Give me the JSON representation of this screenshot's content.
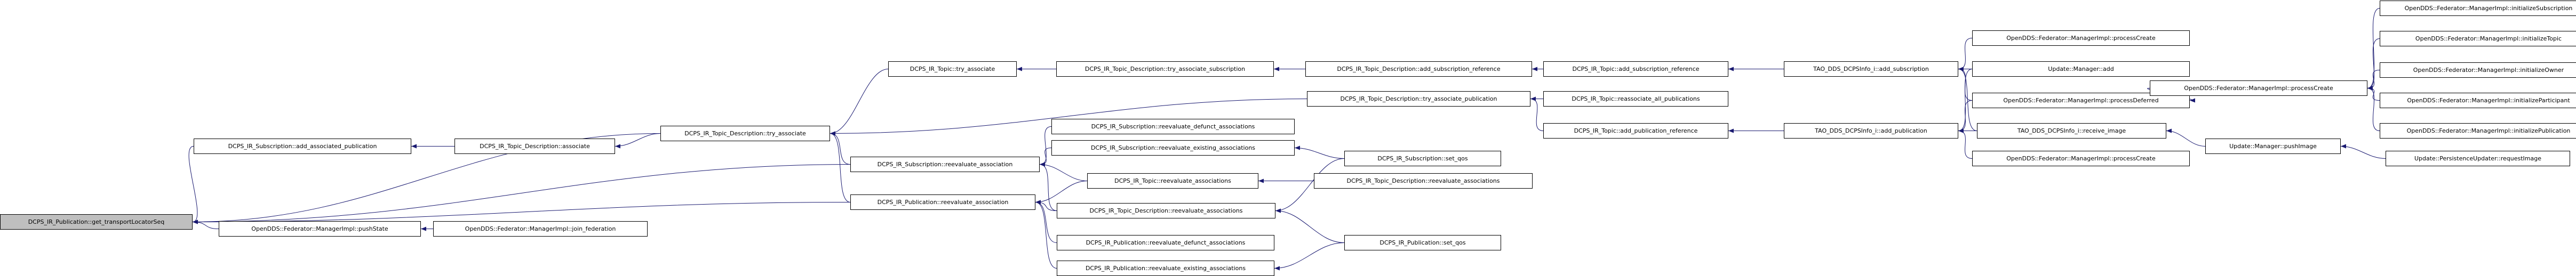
{
  "colors": {
    "node_bg": "#ffffff",
    "root_bg": "#bfbfbf",
    "border": "#000000",
    "edge": "#191970"
  },
  "nodes": [
    {
      "id": "root",
      "label": "DCPS_IR_Publication::get_transportLocatorSeq",
      "root": true
    },
    {
      "id": "sub_add_assoc_pub",
      "label": "DCPS_IR_Subscription::add_associated_publication"
    },
    {
      "id": "desc_associate",
      "label": "DCPS_IR_Topic_Description::associate"
    },
    {
      "id": "desc_try_associate",
      "label": "DCPS_IR_Topic_Description::try_associate"
    },
    {
      "id": "topic_try_associate",
      "label": "DCPS_IR_Topic::try_associate"
    },
    {
      "id": "desc_try_assoc_sub",
      "label": "DCPS_IR_Topic_Description::try_associate_subscription"
    },
    {
      "id": "desc_add_sub_ref",
      "label": "DCPS_IR_Topic_Description::add_subscription_reference"
    },
    {
      "id": "topic_add_sub_ref",
      "label": "DCPS_IR_Topic::add_subscription_reference"
    },
    {
      "id": "tao_add_sub",
      "label": "TAO_DDS_DCPSInfo_i::add_subscription"
    },
    {
      "id": "fed_processCreate_a",
      "label": "OpenDDS::Federator::ManagerImpl::processCreate"
    },
    {
      "id": "update_add",
      "label": "Update::Manager::add"
    },
    {
      "id": "fed_processDeferred",
      "label": "OpenDDS::Federator::ManagerImpl::processDeferred"
    },
    {
      "id": "fed_processCreate_main",
      "label": "OpenDDS::Federator::ManagerImpl::processCreate"
    },
    {
      "id": "fed_initSubscription",
      "label": "OpenDDS::Federator::ManagerImpl::initializeSubscription"
    },
    {
      "id": "fed_initTopic",
      "label": "OpenDDS::Federator::ManagerImpl::initializeTopic"
    },
    {
      "id": "fed_initOwner",
      "label": "OpenDDS::Federator::ManagerImpl::initializeOwner"
    },
    {
      "id": "fed_initParticipant",
      "label": "OpenDDS::Federator::ManagerImpl::initializeParticipant"
    },
    {
      "id": "fed_initPublication",
      "label": "OpenDDS::Federator::ManagerImpl::initializePublication"
    },
    {
      "id": "tao_receive_image",
      "label": "TAO_DDS_DCPSInfo_i::receive_image"
    },
    {
      "id": "update_pushImage",
      "label": "Update::Manager::pushImage"
    },
    {
      "id": "update_requestImage",
      "label": "Update::PersistenceUpdater::requestImage"
    },
    {
      "id": "desc_try_assoc_pub",
      "label": "DCPS_IR_Topic_Description::try_associate_publication"
    },
    {
      "id": "topic_reassociate",
      "label": "DCPS_IR_Topic::reassociate_all_publications"
    },
    {
      "id": "topic_add_pub_ref",
      "label": "DCPS_IR_Topic::add_publication_reference"
    },
    {
      "id": "tao_add_pub",
      "label": "TAO_DDS_DCPSInfo_i::add_publication"
    },
    {
      "id": "fed_processCreate_b",
      "label": "OpenDDS::Federator::ManagerImpl::processCreate"
    },
    {
      "id": "sub_reeval_defunct",
      "label": "DCPS_IR_Subscription::reevaluate_defunct_associations"
    },
    {
      "id": "sub_reeval_assoc",
      "label": "DCPS_IR_Subscription::reevaluate_association"
    },
    {
      "id": "sub_reeval_existing",
      "label": "DCPS_IR_Subscription::reevaluate_existing_associations"
    },
    {
      "id": "sub_set_qos",
      "label": "DCPS_IR_Subscription::set_qos"
    },
    {
      "id": "topic_reeval_assocs",
      "label": "DCPS_IR_Topic::reevaluate_associations"
    },
    {
      "id": "desc_reeval_assocs_r",
      "label": "DCPS_IR_Topic_Description::reevaluate_associations"
    },
    {
      "id": "pub_reeval_assoc",
      "label": "DCPS_IR_Publication::reevaluate_association"
    },
    {
      "id": "desc_reeval_assocs",
      "label": "DCPS_IR_Topic_Description::reevaluate_associations"
    },
    {
      "id": "fed_pushState",
      "label": "OpenDDS::Federator::ManagerImpl::pushState"
    },
    {
      "id": "fed_join",
      "label": "OpenDDS::Federator::ManagerImpl::join_federation"
    },
    {
      "id": "pub_reeval_defunct",
      "label": "DCPS_IR_Publication::reevaluate_defunct_associations"
    },
    {
      "id": "pub_set_qos",
      "label": "DCPS_IR_Publication::set_qos"
    },
    {
      "id": "pub_reeval_existing",
      "label": "DCPS_IR_Publication::reevaluate_existing_associations"
    }
  ],
  "edges": [
    [
      "root",
      "sub_add_assoc_pub"
    ],
    [
      "root",
      "desc_try_associate"
    ],
    [
      "root",
      "sub_reeval_assoc"
    ],
    [
      "root",
      "pub_reeval_assoc"
    ],
    [
      "root",
      "fed_pushState"
    ],
    [
      "sub_add_assoc_pub",
      "desc_associate"
    ],
    [
      "desc_associate",
      "desc_try_associate"
    ],
    [
      "desc_try_associate",
      "topic_try_associate"
    ],
    [
      "desc_try_associate",
      "desc_try_assoc_pub"
    ],
    [
      "desc_try_associate",
      "sub_reeval_assoc"
    ],
    [
      "desc_try_associate",
      "pub_reeval_assoc"
    ],
    [
      "topic_try_associate",
      "desc_try_assoc_sub"
    ],
    [
      "desc_try_assoc_sub",
      "desc_add_sub_ref"
    ],
    [
      "desc_add_sub_ref",
      "topic_add_sub_ref"
    ],
    [
      "topic_add_sub_ref",
      "tao_add_sub"
    ],
    [
      "tao_add_sub",
      "fed_processCreate_a"
    ],
    [
      "tao_add_sub",
      "update_add"
    ],
    [
      "tao_add_sub",
      "fed_processDeferred"
    ],
    [
      "tao_add_sub",
      "tao_receive_image"
    ],
    [
      "fed_processDeferred",
      "fed_processCreate_main"
    ],
    [
      "fed_processCreate_main",
      "fed_initSubscription"
    ],
    [
      "fed_processCreate_main",
      "fed_initTopic"
    ],
    [
      "fed_processCreate_main",
      "fed_initOwner"
    ],
    [
      "fed_processCreate_main",
      "fed_initParticipant"
    ],
    [
      "fed_processCreate_main",
      "fed_initPublication"
    ],
    [
      "tao_receive_image",
      "update_pushImage"
    ],
    [
      "update_pushImage",
      "update_requestImage"
    ],
    [
      "desc_try_assoc_pub",
      "topic_reassociate"
    ],
    [
      "desc_try_assoc_pub",
      "topic_add_pub_ref"
    ],
    [
      "topic_add_pub_ref",
      "tao_add_pub"
    ],
    [
      "tao_add_pub",
      "update_add"
    ],
    [
      "tao_add_pub",
      "fed_processDeferred"
    ],
    [
      "tao_add_pub",
      "tao_receive_image"
    ],
    [
      "tao_add_pub",
      "fed_processCreate_b"
    ],
    [
      "sub_reeval_assoc",
      "sub_reeval_defunct"
    ],
    [
      "sub_reeval_assoc",
      "sub_reeval_existing"
    ],
    [
      "sub_reeval_assoc",
      "topic_reeval_assocs"
    ],
    [
      "sub_reeval_assoc",
      "desc_reeval_assocs"
    ],
    [
      "sub_reeval_existing",
      "sub_set_qos"
    ],
    [
      "topic_reeval_assocs",
      "desc_reeval_assocs_r"
    ],
    [
      "pub_reeval_assoc",
      "topic_reeval_assocs"
    ],
    [
      "pub_reeval_assoc",
      "desc_reeval_assocs"
    ],
    [
      "pub_reeval_assoc",
      "pub_reeval_defunct"
    ],
    [
      "pub_reeval_assoc",
      "pub_reeval_existing"
    ],
    [
      "desc_reeval_assocs",
      "sub_set_qos"
    ],
    [
      "desc_reeval_assocs",
      "pub_set_qos"
    ],
    [
      "pub_reeval_existing",
      "pub_set_qos"
    ],
    [
      "fed_pushState",
      "fed_join"
    ]
  ]
}
